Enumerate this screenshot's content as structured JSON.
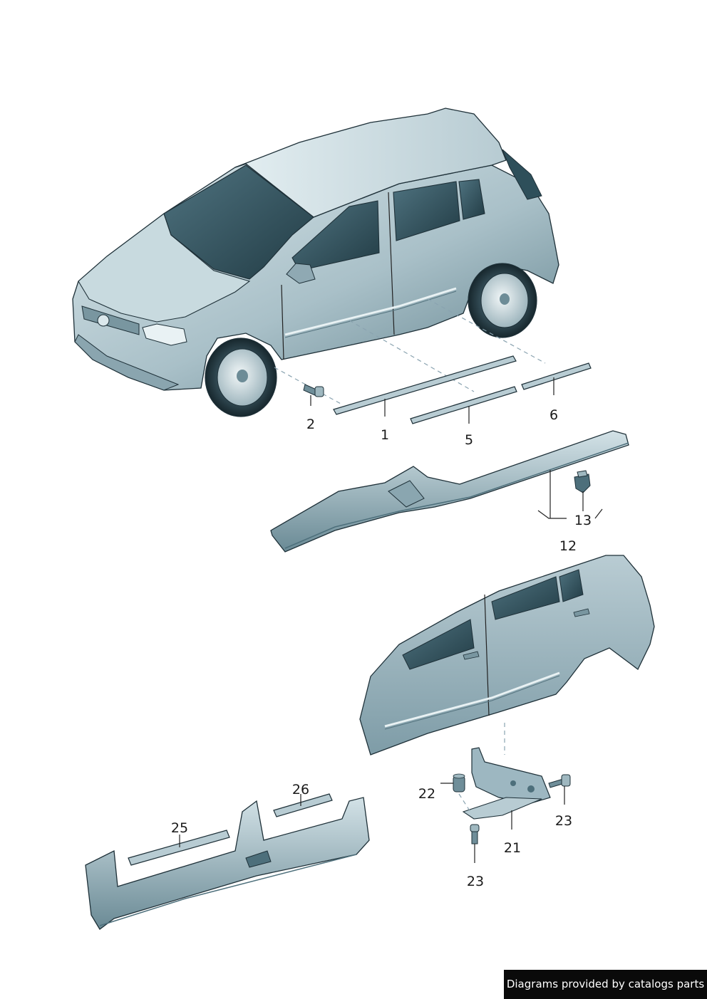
{
  "callouts": {
    "c1": "1",
    "c2": "2",
    "c5": "5",
    "c6": "6",
    "c12": "12",
    "c13": "13",
    "c21": "21",
    "c22": "22",
    "c23a": "23",
    "c23b": "23",
    "c25": "25",
    "c26": "26"
  },
  "credit": "Diagrams provided by catalogs parts",
  "colors": {
    "body_light": "#cfdfe4",
    "body_mid": "#9db7c1",
    "body_dark": "#4d6f7b",
    "glass": "#2e4f5a",
    "outline": "#1e3038"
  }
}
